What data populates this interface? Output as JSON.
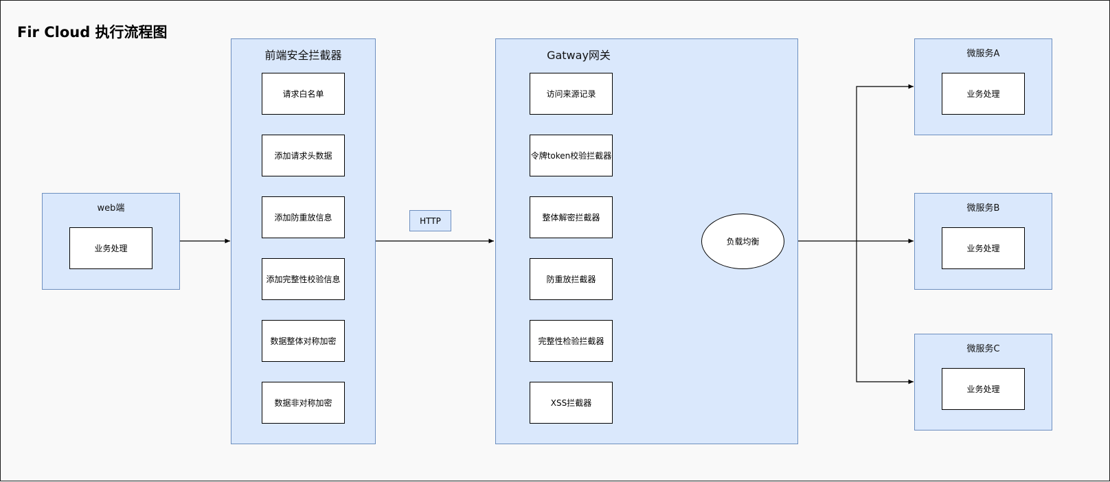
{
  "title": "Fir Cloud 执行流程图",
  "colors": {
    "group_fill": "#dae8fc",
    "group_stroke": "#6c8ebf",
    "node_fill": "#ffffff",
    "line": "#000000"
  },
  "web": {
    "title": "web端",
    "node": "业务处理"
  },
  "frontend": {
    "title": "前端安全拦截器",
    "steps": [
      "请求白名单",
      "添加请求头数据",
      "添加防重放信息",
      "添加完整性校验信息",
      "数据整体对称加密",
      "数据非对称加密"
    ]
  },
  "http_label": "HTTP",
  "gateway": {
    "title": "Gatway网关",
    "steps": [
      "访问来源记录",
      "令牌token校验拦截器",
      "整体解密拦截器",
      "防重放拦截器",
      "完整性检验拦截器",
      "XSS拦截器"
    ],
    "load_balancer": "负载均衡"
  },
  "services": [
    {
      "title": "微服务A",
      "node": "业务处理"
    },
    {
      "title": "微服务B",
      "node": "业务处理"
    },
    {
      "title": "微服务C",
      "node": "业务处理"
    }
  ]
}
